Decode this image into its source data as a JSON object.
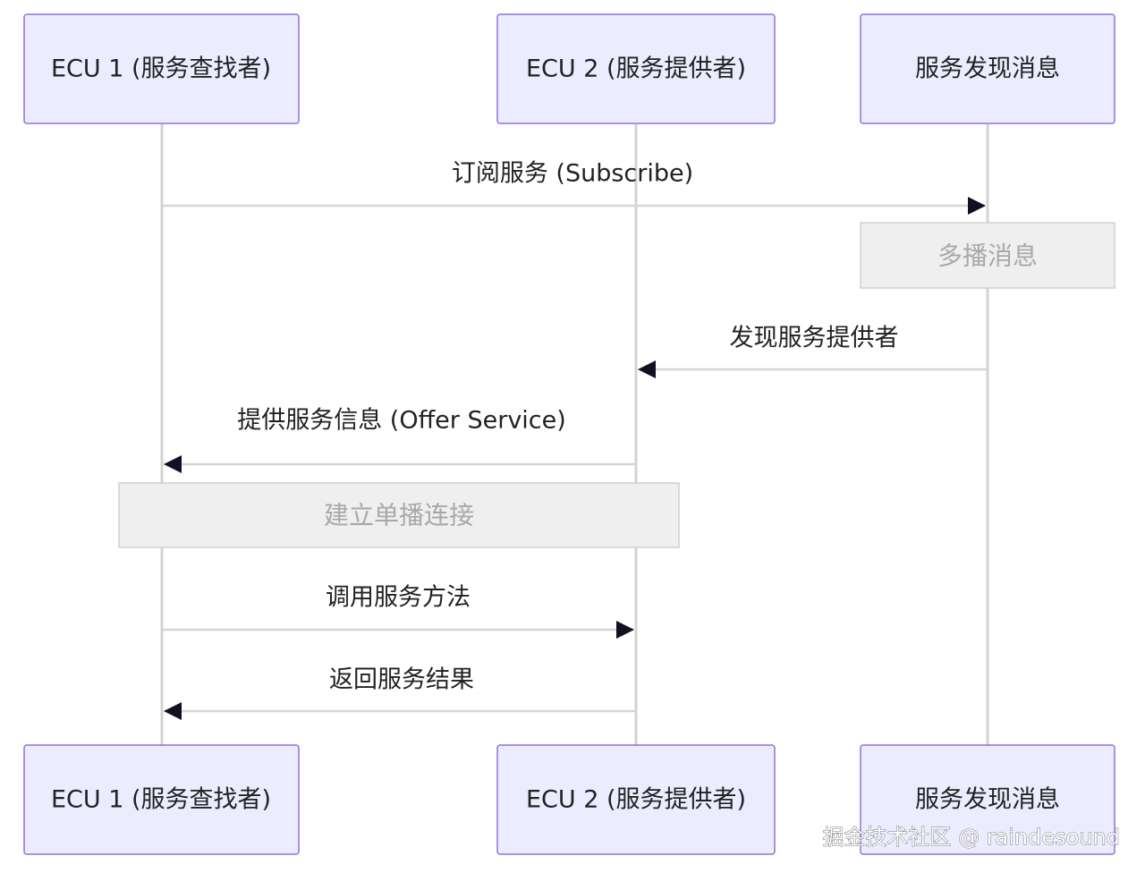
{
  "participants": [
    {
      "id": "ecu1",
      "label": "ECU 1 (服务查找者)"
    },
    {
      "id": "ecu2",
      "label": "ECU 2 (服务提供者)"
    },
    {
      "id": "sd",
      "label": "服务发现消息"
    }
  ],
  "messages": [
    {
      "from": "ecu1",
      "to": "sd",
      "label": "订阅服务 (Subscribe)"
    },
    {
      "from": "sd",
      "to": "ecu2",
      "label": "发现服务提供者"
    },
    {
      "from": "ecu2",
      "to": "ecu1",
      "label": "提供服务信息 (Offer Service)"
    },
    {
      "from": "ecu1",
      "to": "ecu2",
      "label": "调用服务方法"
    },
    {
      "from": "ecu2",
      "to": "ecu1",
      "label": "返回服务结果"
    }
  ],
  "notes": [
    {
      "label": "多播消息",
      "over": [
        "sd"
      ]
    },
    {
      "label": "建立单播连接",
      "over": [
        "ecu1",
        "ecu2"
      ]
    }
  ],
  "watermark": "掘金技术社区 @ raindesound"
}
